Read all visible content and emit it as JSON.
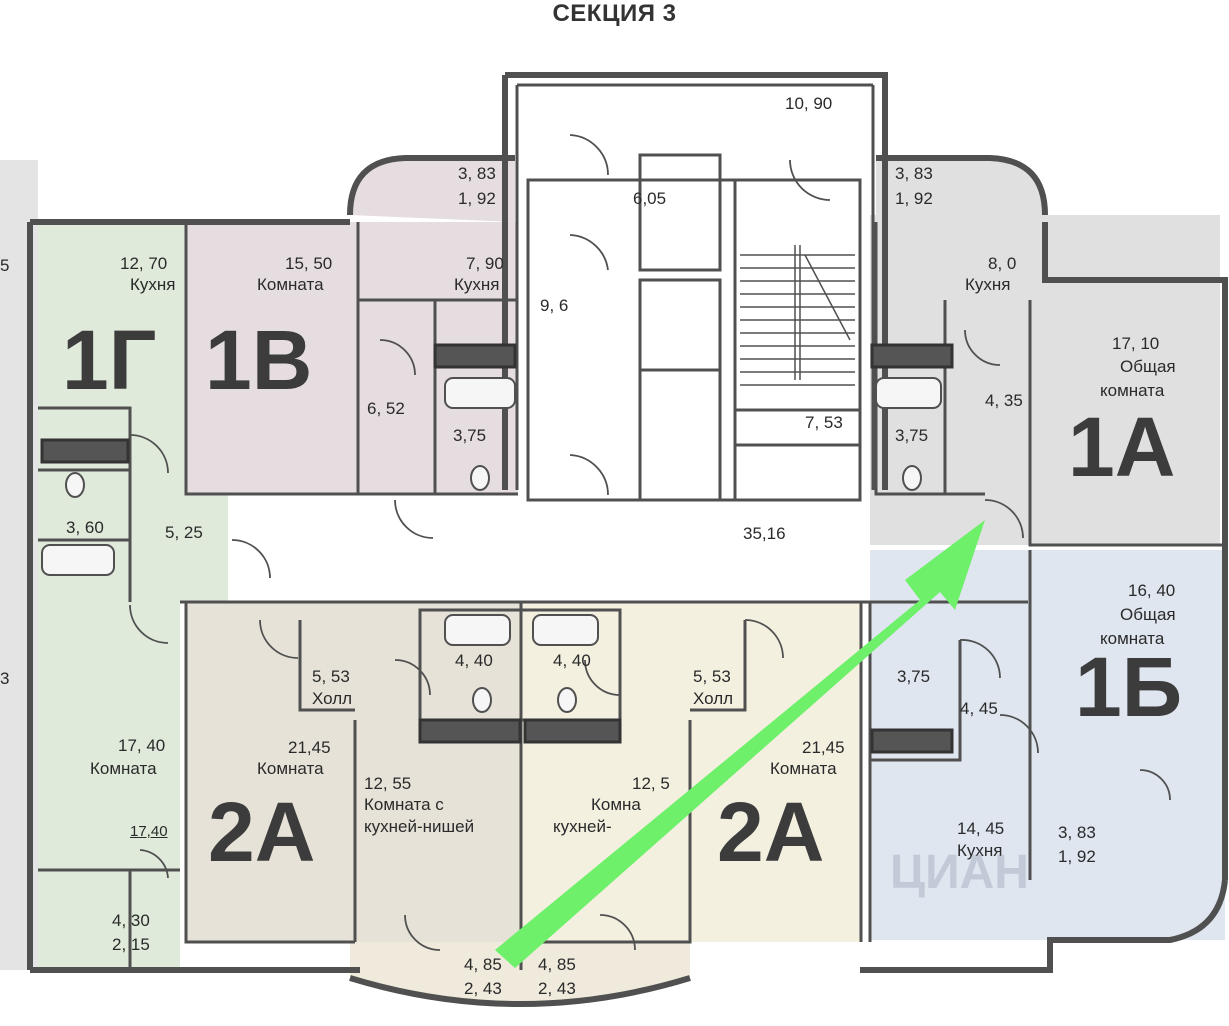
{
  "title": "СЕКЦИЯ 3",
  "colors": {
    "unit_1g": "#dfeadb",
    "unit_1v": "#e6dde0",
    "unit_2a_left": "#e6e2d8",
    "unit_2a_right": "#f3f0e0",
    "unit_1a": "#e0e0e0",
    "unit_1b": "#dfe6f0",
    "wall": "#505050",
    "arrow": "#6ef06a"
  },
  "units": {
    "u1g": "1Г",
    "u1v": "1В",
    "u2a_left": "2А",
    "u2a_right": "2А",
    "u1a": "1А",
    "u1b": "1Б"
  },
  "rooms": {
    "r_1090": "10, 90",
    "r_383_l": "3, 83",
    "r_192_l": "1, 92",
    "r_383_r": "3, 83",
    "r_192_r": "1, 92",
    "r_1270": "12, 70",
    "r_kitchen_1g": "Кухня",
    "r_1550": "15, 50",
    "r_room_1v": "Комната",
    "r_790": "7, 90",
    "r_kitchen_1v": "Кухня",
    "r_605": "6,05",
    "r_96": "9, 6",
    "r_80": "8, 0",
    "r_kitchen_1a": "Кухня",
    "r_1710": "17, 10",
    "r_common_1a_a": "Общая",
    "r_common_1a_b": "комната",
    "r_652": "6, 52",
    "r_375_1v": "3,75",
    "r_753": "7, 53",
    "r_375_1a": "3,75",
    "r_435": "4, 35",
    "r_360": "3, 60",
    "r_525": "5, 25",
    "r_3516": "35,16",
    "r_1640": "16, 40",
    "r_common_1b_a": "Общая",
    "r_common_1b_b": "комната",
    "r_440_l": "4, 40",
    "r_440_r": "4, 40",
    "r_553_l": "5, 53",
    "r_hall_l": "Холл",
    "r_553_r": "5, 53",
    "r_hall_r": "Холл",
    "r_375_1b": "3,75",
    "r_445": "4, 45",
    "r_1740": "17, 40",
    "r_room_1g": "Комната",
    "r_2145_l": "21,45",
    "r_room_2a_l": "Комната",
    "r_2145_r": "21,45",
    "r_room_2a_r": "Комната",
    "r_1255_l": "12, 55",
    "r_kn_l_a": "Комната с",
    "r_kn_l_b": "кухней-нишей",
    "r_1255_r": "12, 5",
    "r_kn_r_a": "Комна",
    "r_kn_r_b": "кухней-",
    "r_1445": "14, 45",
    "r_kitchen_1b": "Кухня",
    "r_1740_u": "17,40",
    "r_430": "4, 30",
    "r_215": "2, 15",
    "r_485_l": "4, 85",
    "r_243_l": "2, 43",
    "r_485_r": "4, 85",
    "r_243_r": "2, 43",
    "r_383_b": "3, 83",
    "r_192_b": "1, 92",
    "r_edge_5": "5",
    "r_edge_3": "3"
  },
  "watermark": "ЦИАН"
}
